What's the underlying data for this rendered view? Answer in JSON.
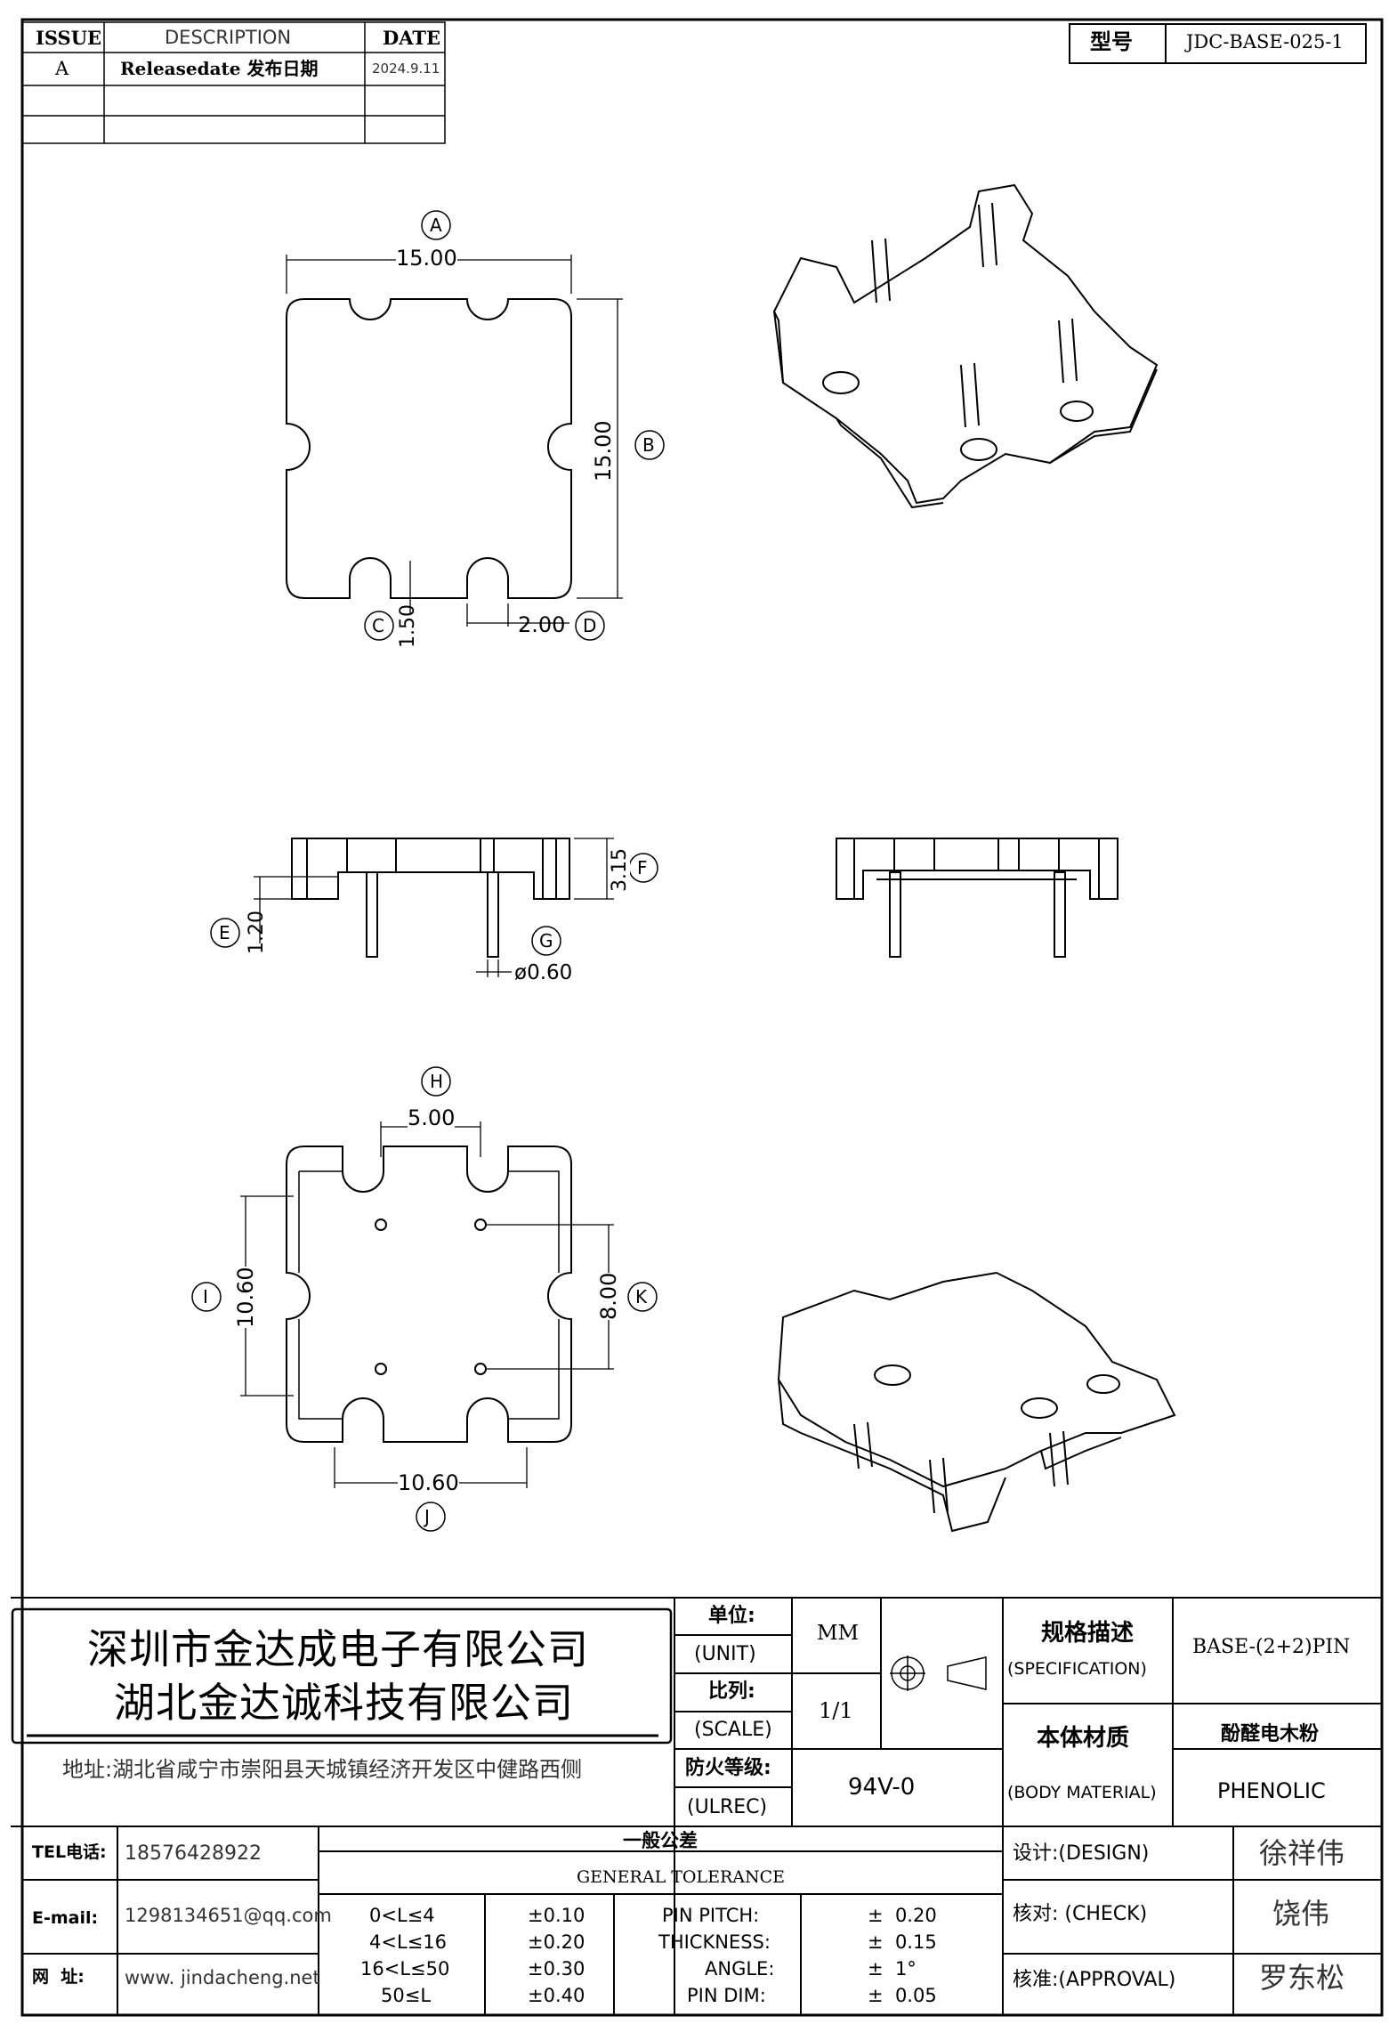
{
  "revision_table": {
    "headers": {
      "issue": "ISSUE",
      "description": "DESCRIPTION",
      "date": "DATE"
    },
    "rows": [
      {
        "issue": "A",
        "description": "Releasedate 发布日期",
        "date": "2024.9.11"
      },
      {
        "issue": "",
        "description": "",
        "date": ""
      },
      {
        "issue": "",
        "description": "",
        "date": ""
      }
    ]
  },
  "model": {
    "label": "型号",
    "value": "JDC-BASE-025-1"
  },
  "dimensions": {
    "A": {
      "letter": "A",
      "value": "15.00"
    },
    "B": {
      "letter": "B",
      "value": "15.00"
    },
    "C": {
      "letter": "C",
      "value": "1.50"
    },
    "D": {
      "letter": "D",
      "value": "2.00"
    },
    "E": {
      "letter": "E",
      "value": "1.20"
    },
    "F": {
      "letter": "F",
      "value": "3.15"
    },
    "G": {
      "letter": "G",
      "value": "ø0.60"
    },
    "H": {
      "letter": "H",
      "value": "5.00"
    },
    "I": {
      "letter": "I",
      "value": "10.60"
    },
    "J": {
      "letter": "J",
      "value": "10.60"
    },
    "K": {
      "letter": "K",
      "value": "8.00"
    }
  },
  "title_block": {
    "company_1": "深圳市金达成电子有限公司",
    "company_2": "湖北金达诚科技有限公司",
    "address": "地址:湖北省咸宁市崇阳县天城镇经济开发区中健路西侧",
    "unit_label_cn": "单位:",
    "unit_label_en": "(UNIT)",
    "unit_value": "MM",
    "scale_label_cn": "比列:",
    "scale_label_en": "(SCALE)",
    "scale_value": "1/1",
    "ul_label_cn": "防火等级:",
    "ul_label_en": "(ULREC)",
    "ul_value": "94V-0",
    "spec_label_cn": "规格描述",
    "spec_label_en": "(SPECIFICATION)",
    "spec_value": "BASE-(2+2)PIN",
    "material_label_cn": "本体材质",
    "material_label_en": "(BODY MATERIAL)",
    "material_value_cn": "酚醛电木粉",
    "material_value_en": "PHENOLIC",
    "tel_label": "TEL电话:",
    "tel_value": "18576428922",
    "email_label": "E-mail:",
    "email_value": "1298134651@qq.com",
    "web_label": "网  址:",
    "web_value": "www. jindacheng.net",
    "tolerance_title_cn": "一般公差",
    "tolerance_title_en": "GENERAL TOLERANCE",
    "tolerance_rows": [
      {
        "range": "0<L≤4",
        "tol": "±0.10",
        "item": "PIN PITCH:",
        "val": "±  0.20"
      },
      {
        "range": "4<L≤16",
        "tol": "±0.20",
        "item": "THICKNESS:",
        "val": "±  0.15"
      },
      {
        "range": "16<L≤50",
        "tol": "±0.30",
        "item": "ANGLE:",
        "val": "±  1°"
      },
      {
        "range": "50≤L",
        "tol": "±0.40",
        "item": "PIN DIM:",
        "val": "±  0.05"
      }
    ],
    "design_label": "设计:(DESIGN)",
    "design_name": "徐祥伟",
    "check_label": "核对: (CHECK)",
    "check_name": "饶伟",
    "approval_label": "核准:(APPROVAL)",
    "approval_name": "罗东松"
  }
}
